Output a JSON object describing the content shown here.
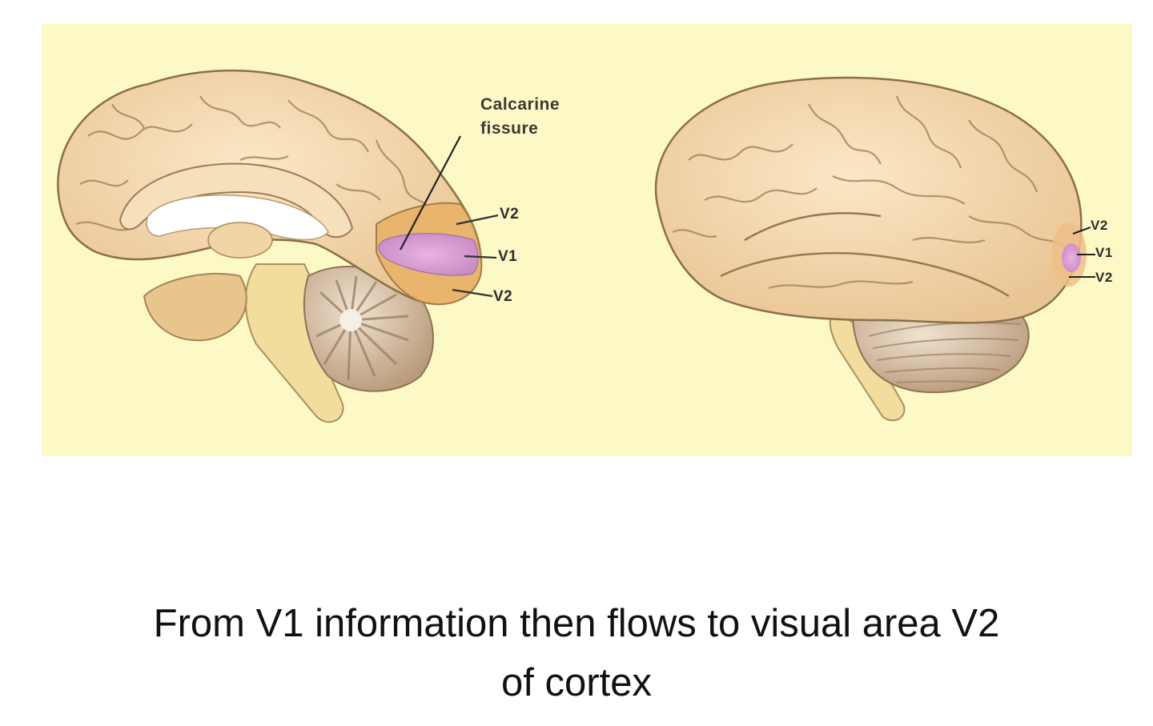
{
  "slide": {
    "background": "#ffffff",
    "panel_color": "#fdf9c6",
    "caption_line1": "From V1 information then flows to visual area V2",
    "caption_line2": "of cortex"
  },
  "medial_view": {
    "fissure_label_line1": "Calcarine",
    "fissure_label_line2": "fissure",
    "labels": {
      "top": "V2",
      "middle": "V1",
      "bottom": "V2"
    }
  },
  "lateral_view": {
    "labels": {
      "top": "V2",
      "middle": "V1",
      "bottom": "V2"
    }
  },
  "colors": {
    "cortex": "#f1d3a6",
    "cortex_outline": "#8a6f4a",
    "v1": "#d79ad0",
    "v2": "#eab46a",
    "cerebellum": "#c9ad8c",
    "brainstem": "#f3dd9e"
  }
}
